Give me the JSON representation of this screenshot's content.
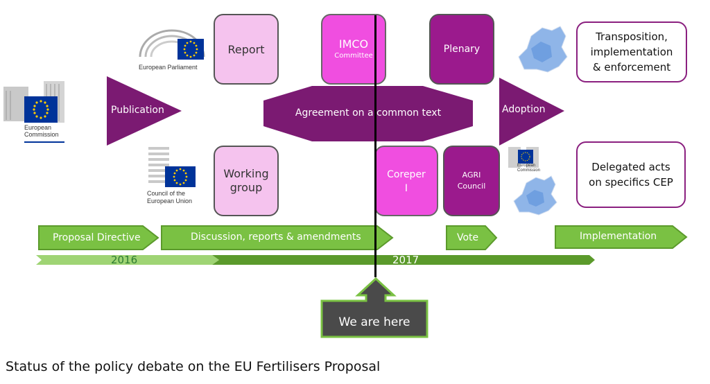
{
  "logos": {
    "commission": "European\nCommission",
    "parliament": "European Parliament",
    "council": "Council of the\nEuropean Union",
    "commission_small": "European\nCommission"
  },
  "boxes": {
    "report": "Report",
    "working_group": "Working\ngroup",
    "imco_title": "IMCO",
    "imco_sub": "Committee",
    "coreper": "Coreper\nI",
    "plenary": "Plenary",
    "agri": "AGRI\nCouncil",
    "transposition": "Transposition,\nimplementation\n& enforcement",
    "delegated": "Delegated acts\non specifics CEP"
  },
  "arrows": {
    "publication": "Publication",
    "agreement": "Agreement on a common text",
    "adoption": "Adoption"
  },
  "phases": {
    "proposal": "Proposal Directive",
    "discussion": "Discussion, reports & amendments",
    "vote": "Vote",
    "implementation": "Implementation"
  },
  "timeline": {
    "year1": "2016",
    "year2": "2017"
  },
  "marker": {
    "label": "We are here"
  },
  "caption": "Status of the policy debate on the EU Fertilisers Proposal",
  "colors": {
    "purple": "#7b1a72",
    "magenta": "#f04ee0",
    "pink": "#f5c3ee",
    "green": "#7ac143",
    "dark_green": "#5b9a2b",
    "eu_blue": "#003399",
    "eu_yellow": "#ffcc00"
  }
}
